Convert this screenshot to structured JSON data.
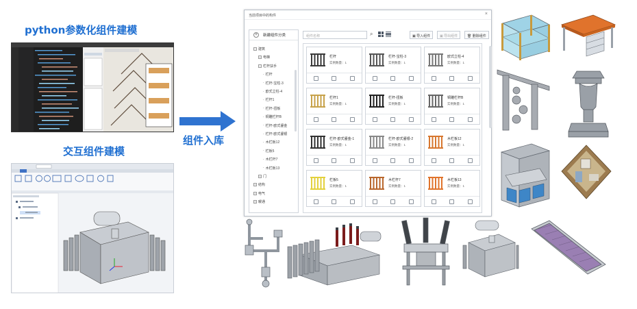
{
  "left": {
    "python_header": "python参数化组件建模",
    "interactive_header": "交互组件建模"
  },
  "arrow": {
    "label": "组件入库"
  },
  "dialog": {
    "title": "当前项目中的构件",
    "close": "×",
    "tree": {
      "new_category": "新建组件分类",
      "items": [
        {
          "label": "建筑",
          "level": 0,
          "toggle": "−"
        },
        {
          "label": "电梯",
          "level": 1,
          "toggle": "+"
        },
        {
          "label": "栏杆扶手",
          "level": 1,
          "toggle": "−"
        },
        {
          "label": "栏杆",
          "level": 2,
          "toggle": ""
        },
        {
          "label": "栏杆-宝柱-3",
          "level": 2,
          "toggle": ""
        },
        {
          "label": "欧式立柱-4",
          "level": 2,
          "toggle": ""
        },
        {
          "label": "栏杆1",
          "level": 2,
          "toggle": ""
        },
        {
          "label": "栏杆-扭板",
          "level": 2,
          "toggle": ""
        },
        {
          "label": "铜雕栏杆B",
          "level": 2,
          "toggle": ""
        },
        {
          "label": "栏杆-欧式鎏金",
          "level": 2,
          "toggle": ""
        },
        {
          "label": "栏杆-欧式鎏银",
          "level": 2,
          "toggle": ""
        },
        {
          "label": "木栏板12",
          "level": 2,
          "toggle": ""
        },
        {
          "label": "栏板5",
          "level": 2,
          "toggle": ""
        },
        {
          "label": "木栏杆7",
          "level": 2,
          "toggle": ""
        },
        {
          "label": "木栏板13",
          "level": 2,
          "toggle": ""
        },
        {
          "label": "门",
          "level": 1,
          "toggle": "+"
        },
        {
          "label": "结构",
          "level": 0,
          "toggle": "+"
        },
        {
          "label": "电气",
          "level": 0,
          "toggle": "+"
        },
        {
          "label": "暖通",
          "level": 0,
          "toggle": "+"
        }
      ]
    },
    "toolbar": {
      "search_placeholder": "组件名称",
      "import": "导入组件",
      "export": "导出组件",
      "delete": "删除组件"
    },
    "cards": [
      {
        "name": "栏杆",
        "count": "实例数量：1",
        "color": "#3a3a3a"
      },
      {
        "name": "栏杆-宝柱-3",
        "count": "实例数量：1",
        "color": "#555555"
      },
      {
        "name": "欧式立柱-4",
        "count": "实例数量：1",
        "color": "#777777"
      },
      {
        "name": "栏杆1",
        "count": "实例数量：1",
        "color": "#c7a24a"
      },
      {
        "name": "栏杆-扭板",
        "count": "实例数量：1",
        "color": "#222222"
      },
      {
        "name": "铜雕栏杆B",
        "count": "实例数量：1",
        "color": "#666666"
      },
      {
        "name": "栏杆-欧式鎏金-1",
        "count": "实例数量：1",
        "color": "#333333"
      },
      {
        "name": "栏杆-欧式鎏银-2",
        "count": "实例数量：1",
        "color": "#888888"
      },
      {
        "name": "木栏板12",
        "count": "实例数量：1",
        "color": "#d7772f"
      },
      {
        "name": "栏板5",
        "count": "实例数量：1",
        "color": "#e3d13c"
      },
      {
        "name": "木栏杆7",
        "count": "实例数量：1",
        "color": "#b9672d"
      },
      {
        "name": "木栏板13",
        "count": "实例数量：1",
        "color": "#e0742c"
      }
    ]
  }
}
